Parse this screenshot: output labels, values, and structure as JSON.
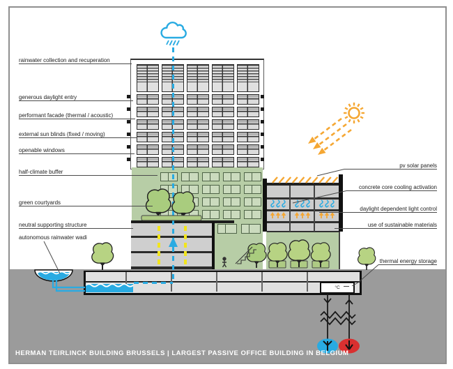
{
  "footer": {
    "title": "HERMAN TEIRLINCK BUILDING BRUSSELS | LARGEST PASSIVE OFFICE BUILDING IN BELGIUM"
  },
  "left_labels": [
    "rainwater collection and recuperation",
    "generous daylight entry",
    "performant facade (thermal / acoustic)",
    "external sun blinds (fixed / moving)",
    "openable windows",
    "half-climate buffer",
    "green courtyards",
    "neutral supporting structure",
    "autonomous rainwater wadi"
  ],
  "right_labels": [
    "pv solar panels",
    "concrete core cooling activation",
    "daylight dependent light control",
    "use of sustainable materials",
    "thermal energy storage"
  ],
  "basement": {
    "thermal_unit_label": "°C"
  },
  "icons": {
    "rain_cloud": "cloud-rain-icon",
    "sun": "sun-icon",
    "cold_well": "cold-well-icon",
    "warm_well": "warm-well-icon",
    "tree": "tree-icon"
  },
  "colors": {
    "water_blue": "#29ABE2",
    "sun_orange": "#F5A733",
    "warm_red": "#D93030",
    "ground_gray": "#9B9B9B",
    "vegetation_green": "#B7CDA6",
    "tree_green": "#B7D383",
    "accent_yellow": "#F2E51C"
  }
}
